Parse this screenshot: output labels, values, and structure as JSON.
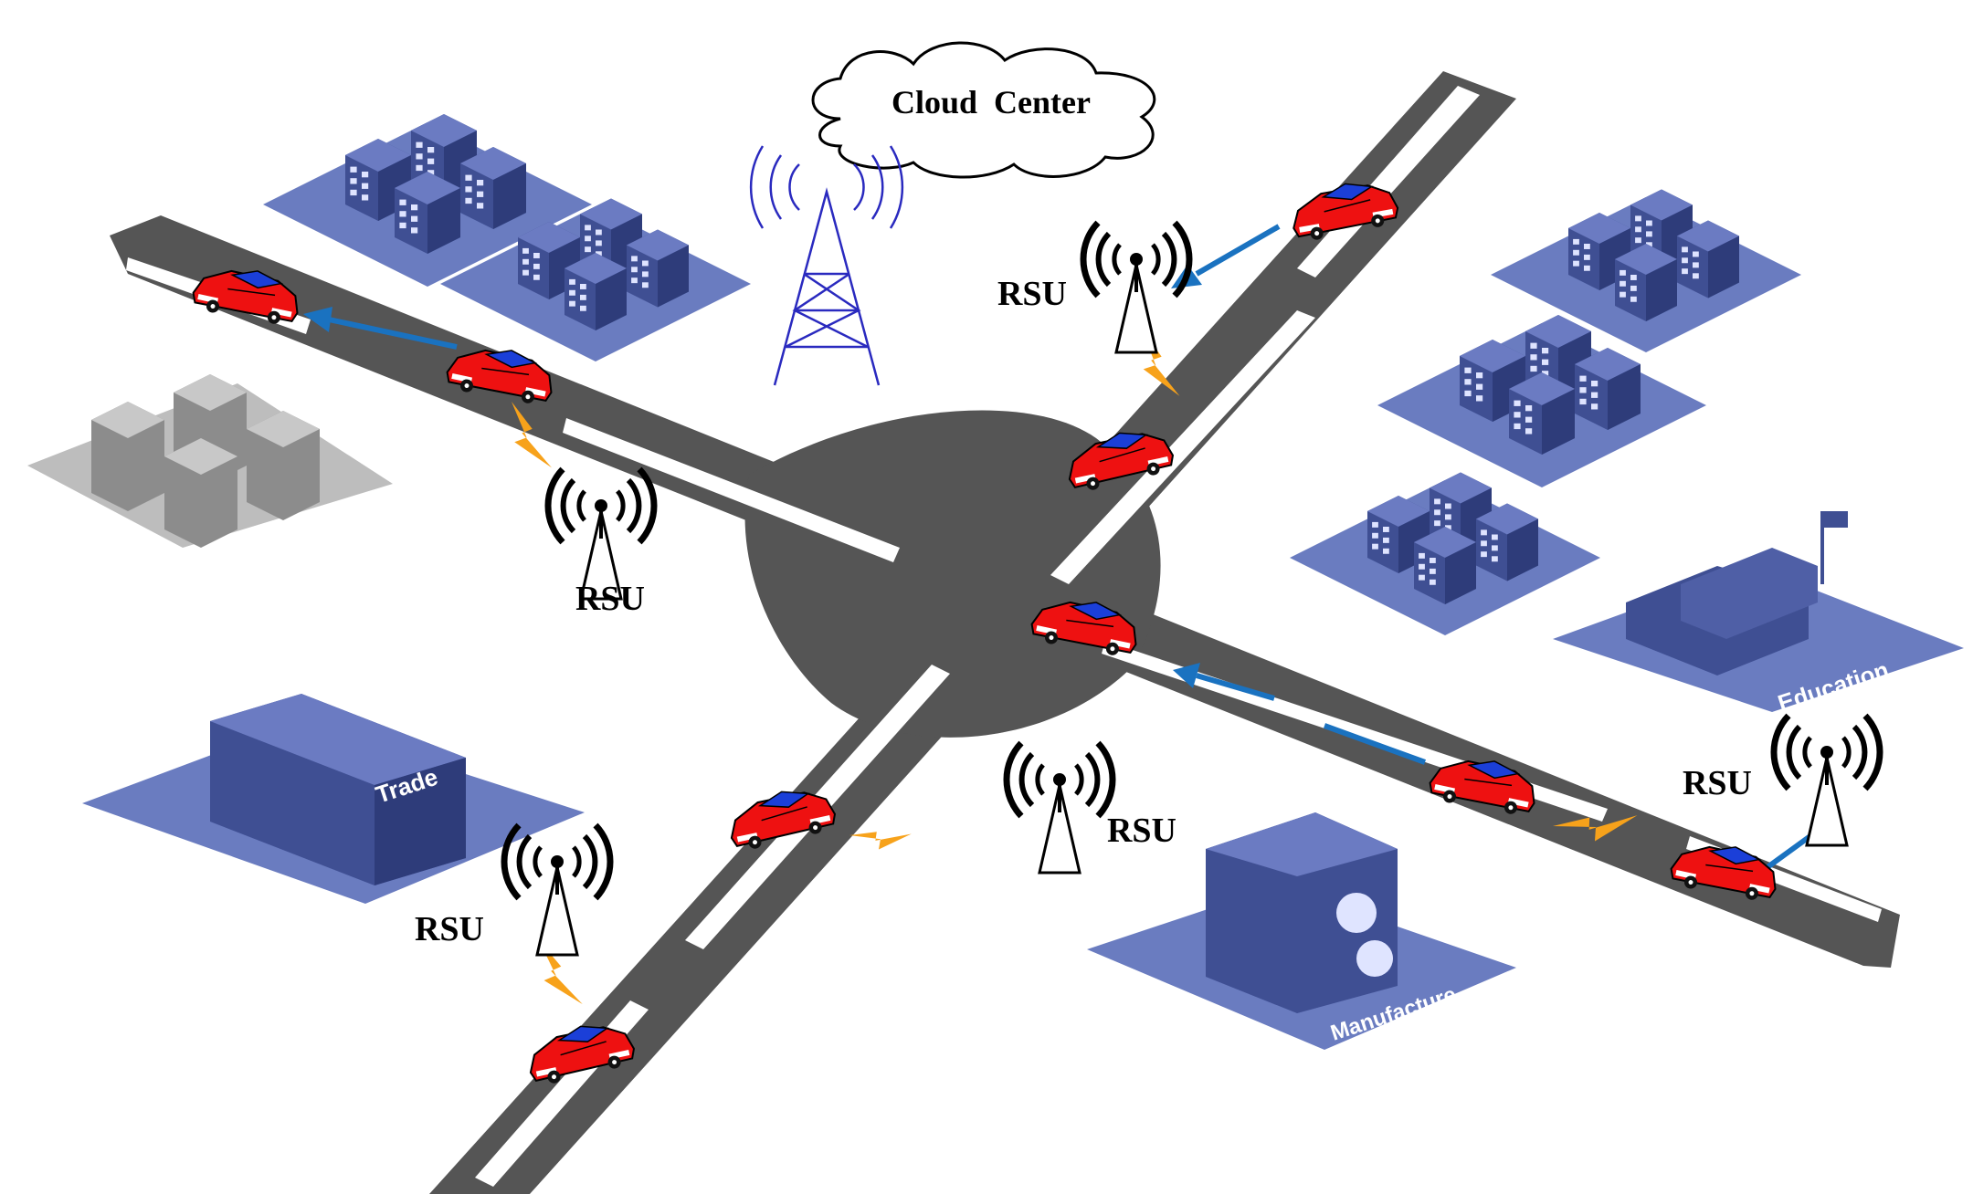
{
  "cloud": {
    "label": "Cloud  Center"
  },
  "rsu_label": "RSU",
  "buildings": {
    "trade": "Trade",
    "education": "Education",
    "manufacture": "Manufacture"
  },
  "colors": {
    "road": "#555555",
    "lane": "#ffffff",
    "car_body": "#ee1111",
    "car_window": "#1b3fd8",
    "building_blue": "#4a5a9c",
    "building_ground": "#6a7cc0",
    "building_gray": "#9a9a9a",
    "lightning": "#f7a21b",
    "arrow": "#1a72c0",
    "tower": "#2a2abf"
  },
  "icons": [
    "cloud-icon",
    "radio-tower-icon",
    "rsu-antenna-icon",
    "car-icon",
    "lightning-icon",
    "arrow-icon",
    "building-cluster-icon"
  ]
}
